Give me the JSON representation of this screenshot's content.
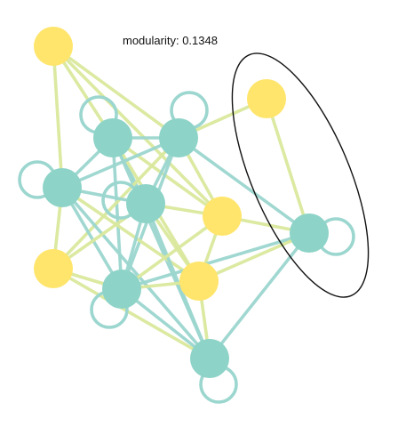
{
  "title": "modularity: 0.1348",
  "colors": {
    "teal": "#8dd3c7",
    "yellow": "#ffe56b",
    "edge_teal": "#9bd6cf",
    "edge_yellow": "#d9e89c",
    "outline": "#111111"
  },
  "graph": {
    "nodes": [
      {
        "id": "y0",
        "group": "yellow",
        "loop": false
      },
      {
        "id": "y1",
        "group": "yellow",
        "loop": false
      },
      {
        "id": "t1",
        "group": "teal",
        "loop": true
      },
      {
        "id": "t2",
        "group": "teal",
        "loop": true
      },
      {
        "id": "t3",
        "group": "teal",
        "loop": true
      },
      {
        "id": "t4",
        "group": "teal",
        "loop": true
      },
      {
        "id": "y2",
        "group": "yellow",
        "loop": false
      },
      {
        "id": "t5",
        "group": "teal",
        "loop": true
      },
      {
        "id": "y3",
        "group": "yellow",
        "loop": false
      },
      {
        "id": "t6",
        "group": "teal",
        "loop": true
      },
      {
        "id": "y4",
        "group": "yellow",
        "loop": false
      },
      {
        "id": "t7",
        "group": "teal",
        "loop": true
      }
    ],
    "edges": [
      [
        "y0",
        "t1"
      ],
      [
        "y0",
        "t2"
      ],
      [
        "y0",
        "t3"
      ],
      [
        "y0",
        "y2"
      ],
      [
        "t1",
        "t2"
      ],
      [
        "t1",
        "t3"
      ],
      [
        "t1",
        "t4"
      ],
      [
        "t1",
        "t6"
      ],
      [
        "t1",
        "y4"
      ],
      [
        "t1",
        "y2"
      ],
      [
        "t1",
        "t7"
      ],
      [
        "t2",
        "t4"
      ],
      [
        "t2",
        "t3"
      ],
      [
        "t2",
        "y2"
      ],
      [
        "t2",
        "t6"
      ],
      [
        "t2",
        "y3"
      ],
      [
        "t2",
        "t5"
      ],
      [
        "t3",
        "t4"
      ],
      [
        "t3",
        "y3"
      ],
      [
        "t3",
        "t6"
      ],
      [
        "t3",
        "y4"
      ],
      [
        "t3",
        "t7"
      ],
      [
        "t4",
        "y2"
      ],
      [
        "t4",
        "y3"
      ],
      [
        "t4",
        "t6"
      ],
      [
        "t4",
        "y4"
      ],
      [
        "t4",
        "t7"
      ],
      [
        "y2",
        "t6"
      ],
      [
        "y2",
        "y4"
      ],
      [
        "y2",
        "t5"
      ],
      [
        "y3",
        "t6"
      ],
      [
        "y3",
        "t7"
      ],
      [
        "t6",
        "y4"
      ],
      [
        "t6",
        "t7"
      ],
      [
        "t6",
        "t5"
      ],
      [
        "y4",
        "t5"
      ],
      [
        "y4",
        "t7"
      ],
      [
        "t7",
        "t5"
      ],
      [
        "y1",
        "t5"
      ],
      [
        "y1",
        "t2"
      ]
    ],
    "highlighted_group": [
      "y1",
      "t5"
    ]
  }
}
